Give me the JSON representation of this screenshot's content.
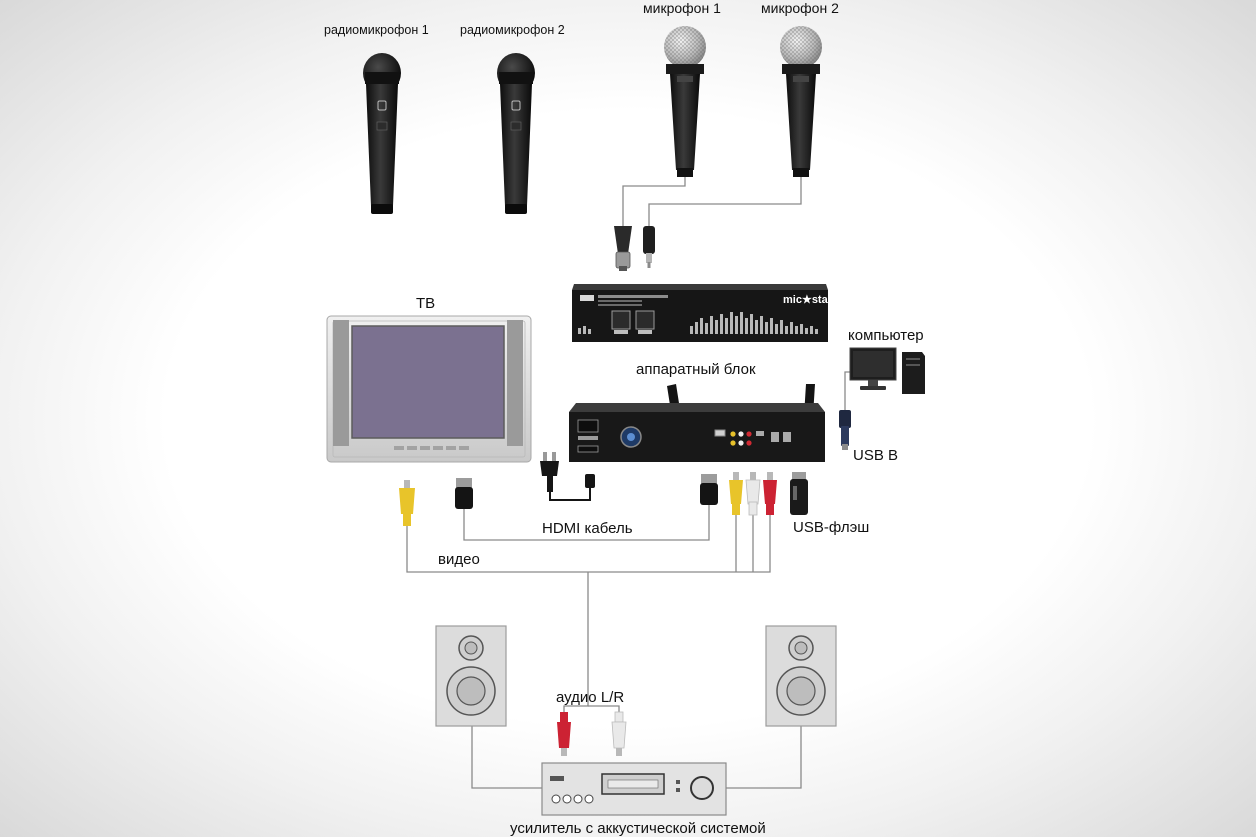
{
  "labels": {
    "radio_mic_1": "радиомикрофон 1",
    "radio_mic_2": "радиомикрофон 2",
    "mic_1": "микрофон 1",
    "mic_2": "микрофон 2",
    "tv": "ТВ",
    "computer": "компьютер",
    "hardware_unit": "аппаратный блок",
    "usb_b": "USB B",
    "hdmi_cable": "HDMI кабель",
    "usb_flash": "USB-флэш",
    "video": "видео",
    "audio_lr": "аудио L/R",
    "amplifier": "усилитель с аккустической системой"
  },
  "device_text": {
    "micstar_logo": "mic★star"
  },
  "colors": {
    "cable": "#8a8a8a",
    "device_black": "#1c1c1c",
    "video_plug": "#e8c42a",
    "audio_right": "#cc2233",
    "audio_left": "#e9e9e9",
    "tv_screen": "#7b7190",
    "speaker_body": "#dcdcdc"
  }
}
